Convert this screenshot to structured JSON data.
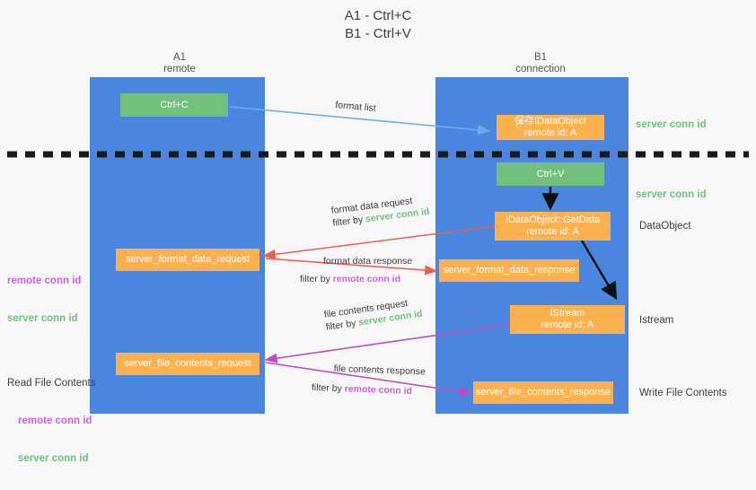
{
  "title": {
    "line1": "A1 - Ctrl+C",
    "line2": "B1 - Ctrl+V"
  },
  "columns": {
    "left": {
      "name": "A1",
      "role": "remote"
    },
    "right": {
      "name": "B1",
      "role": "connection"
    }
  },
  "colors": {
    "lane": "#4a86e0",
    "green_box": "#73bf7c",
    "orange_box": "#fcb14e",
    "server_conn_id": "#6ec17a",
    "remote_conn_id": "#cf5fd9",
    "format_list_arrow": "#6aaee8",
    "format_data_arrow": "#e8604c",
    "file_contents_arrow": "#c049c8",
    "background": "#f7f7f7",
    "text": "#3c3c3c"
  },
  "boxes": {
    "ctrl_c": {
      "line1": "Ctrl+C"
    },
    "ctrl_v": {
      "line1": "Ctrl+V"
    },
    "save_dataobject": {
      "line1": "保存IDataObject",
      "line2": "remote id: A"
    },
    "getdata": {
      "line1": "IDataObject::GetData",
      "line2": "remote id: A"
    },
    "istream": {
      "line1": "IStream",
      "line2": "remote id: A"
    },
    "format_data_request": {
      "line1": "server_format_data_request"
    },
    "format_data_response": {
      "line1": "server_format_data_response"
    },
    "file_contents_request": {
      "line1": "server_file_contents_request"
    },
    "file_contents_response": {
      "line1": "server_file_contents_response"
    }
  },
  "arrow_labels": {
    "format_list": {
      "text": "format list"
    },
    "format_data_request": {
      "line1": "format data request",
      "filter_prefix": "filter by ",
      "filter_value": "server conn id"
    },
    "format_data_response": {
      "line1": "format data response",
      "filter_prefix": "filter by ",
      "filter_value": "remote conn id"
    },
    "file_contents_request": {
      "line1": "file contents request",
      "filter_prefix": "filter by ",
      "filter_value": "server conn id"
    },
    "file_contents_response": {
      "line1": "file contents response",
      "filter_prefix": "filter by ",
      "filter_value": "remote conn id"
    }
  },
  "left_annotations": {
    "format_pair": {
      "remote": "remote conn id",
      "server": "server conn id"
    },
    "read_file_contents": {
      "title": "Read File Contents",
      "remote": "remote conn id",
      "server": "server conn id"
    }
  },
  "right_annotations": {
    "server_conn_id_top": "server conn id",
    "server_conn_id_mid": "server conn id",
    "dataobject": "DataObject",
    "istream": "Istream",
    "write_file_contents": "Write File Contents"
  }
}
